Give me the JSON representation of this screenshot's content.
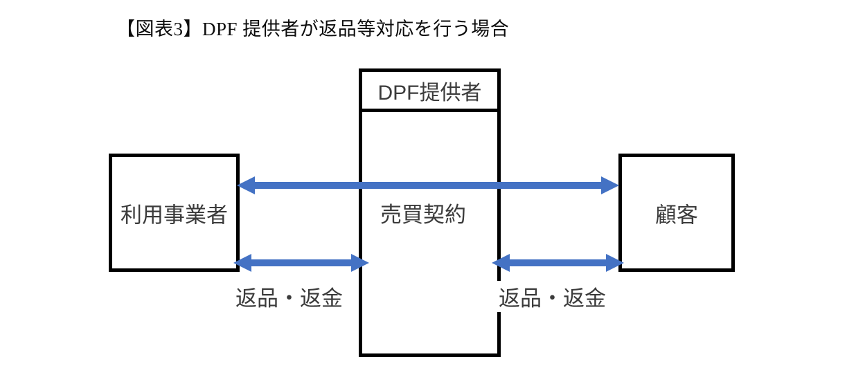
{
  "figure": {
    "title": "【図表3】DPF 提供者が返品等対応を行う場合",
    "background_color": "#ffffff",
    "box_border_color": "#000000",
    "text_color": "#3b3b3b",
    "arrow_color": "#4472C4"
  },
  "boxes": {
    "user": {
      "label": "利用事業者"
    },
    "dpf": {
      "label": "DPF提供者"
    },
    "customer": {
      "label": "顧客"
    }
  },
  "connections": {
    "contract": {
      "label": "売買契約",
      "from": "利用事業者",
      "to": "顧客",
      "direction": "bidirectional"
    },
    "return_left": {
      "label": "返品・返金",
      "from": "利用事業者",
      "to": "DPF提供者",
      "direction": "bidirectional"
    },
    "return_right": {
      "label": "返品・返金",
      "from": "DPF提供者",
      "to": "顧客",
      "direction": "bidirectional"
    }
  }
}
